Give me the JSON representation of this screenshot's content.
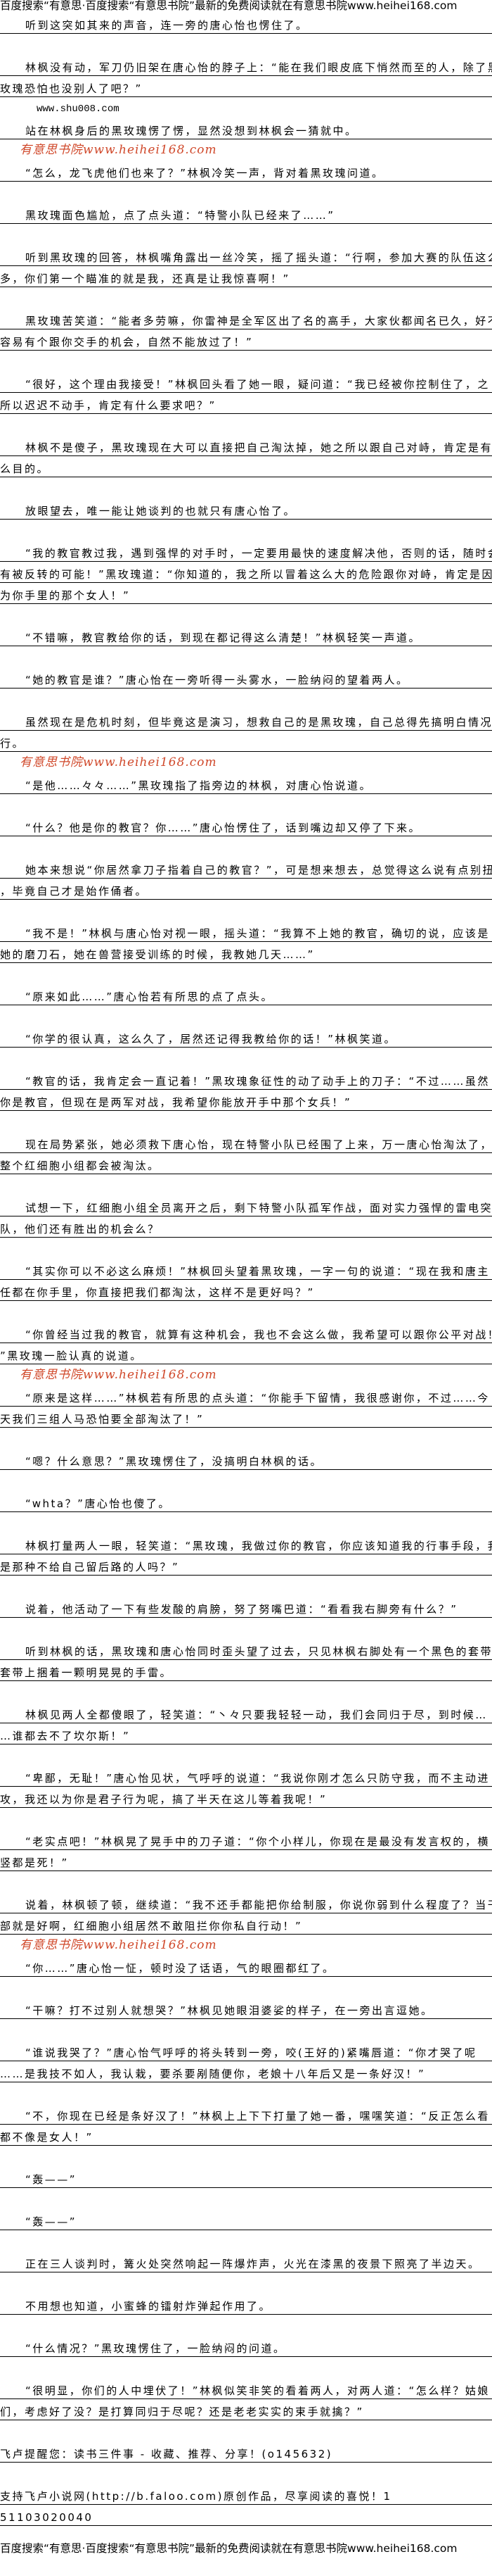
{
  "header_banner": "百度搜索“有意思·百度搜索“有意思书院”最新的免费阅读就在有意思书院www.heihei168.com",
  "footer_banner": "百度搜索“有意思·百度搜索“有意思书院”最新的免费阅读就在有意思书院www.heihei168.com",
  "watermark_text": "有意思书院www.heihei168.com",
  "colors": {
    "watermark": "#d0482a",
    "text": "#000000",
    "background": "#ffffff"
  },
  "blocks": [
    {
      "type": "para",
      "lines": [
        "听到这突如其来的声音，连一旁的唐心怡也愣住了。"
      ]
    },
    {
      "type": "para",
      "lines": [
        "林枫没有动，军刀仍旧架在唐心怡的脖子上：“能在我们眼皮底下悄然而至的人，除了黑",
        "玫瑰恐怕也没别人了吧？”"
      ],
      "noGapAfter": true
    },
    {
      "type": "plain",
      "text": "www.shu008.com"
    },
    {
      "type": "para",
      "lines": [
        "站在林枫身后的黑玫瑰愣了愣，显然没想到林枫会一猜就中。"
      ]
    },
    {
      "type": "para",
      "lines": [
        "“怎么，龙飞虎他们也来了？”林枫冷笑一声，背对着黑玫瑰问道。"
      ]
    },
    {
      "type": "para",
      "lines": [
        "黑玫瑰面色尴尬，点了点头道：“特警小队已经来了……”"
      ]
    },
    {
      "type": "para",
      "lines": [
        "听到黑玫瑰的回答，林枫嘴角露出一丝冷笑，摇了摇头道：“行啊，参加大赛的队伍这么",
        "多，你们第一个瞄准的就是我，还真是让我惊喜啊！”"
      ]
    },
    {
      "type": "para",
      "lines": [
        "黑玫瑰苦笑道：“能者多劳嘛，你雷神是全军区出了名的高手，大家伙都闻名已久，好不",
        "容易有个跟你交手的机会，自然不能放过了！”"
      ]
    },
    {
      "type": "para",
      "lines": [
        "“很好，这个理由我接受！”林枫回头看了她一眼，疑问道：“我已经被你控制住了，之",
        "所以迟迟不动手，肯定有什么要求吧？”"
      ]
    },
    {
      "type": "para",
      "lines": [
        "林枫不是傻子，黑玫瑰现在大可以直接把自己淘汰掉，她之所以跟自己对峙，肯定是有什",
        "么目的。"
      ]
    },
    {
      "type": "para",
      "lines": [
        "放眼望去，唯一能让她谈判的也就只有唐心怡了。"
      ]
    },
    {
      "type": "para",
      "lines": [
        "“我的教官教过我，遇到强悍的对手时，一定要用最快的速度解决他，否则的话，随时会",
        "有被反转的可能！”黑玫瑰道：“你知道的，我之所以冒着这么大的危险跟你对峙，肯定是因",
        "为你手里的那个女人！”"
      ]
    },
    {
      "type": "para",
      "lines": [
        "“不错嘛，教官教给你的话，到现在都记得这么清楚！”林枫轻笑一声道。"
      ]
    },
    {
      "type": "para",
      "lines": [
        "“她的教官是谁？”唐心怡在一旁听得一头雾水，一脸纳闷的望着两人。"
      ]
    },
    {
      "type": "para",
      "lines": [
        "虽然现在是危机时刻，但毕竟这是演习，想救自己的是黑玫瑰，自己总得先搞明白情况才",
        "行。"
      ]
    },
    {
      "type": "para",
      "lines": [
        "“是他……々々……”黑玫瑰指了指旁边的林枫，对唐心怡说道。"
      ]
    },
    {
      "type": "para",
      "lines": [
        "“什么？他是你的教官？你……”唐心怡愣住了，话到嘴边却又停了下来。"
      ]
    },
    {
      "type": "para",
      "lines": [
        "她本来想说“你居然拿刀子指着自己的教官？”，可是想来想去，总觉得这么说有点别扭",
        "，毕竟自己才是始作俑者。"
      ]
    },
    {
      "type": "para",
      "lines": [
        "“我不是！”林枫与唐心怡对视一眼，摇头道：“我算不上她的教官，确切的说，应该是",
        "她的磨刀石，她在兽营接受训练的时候，我教她几天……”"
      ]
    },
    {
      "type": "para",
      "lines": [
        "“原来如此……”唐心怡若有所思的点了点头。"
      ]
    },
    {
      "type": "para",
      "lines": [
        "“你学的很认真，这么久了，居然还记得我教给你的话！”林枫笑道。"
      ]
    },
    {
      "type": "para",
      "lines": [
        "“教官的话，我肯定会一直记着！”黑玫瑰象征性的动了动手上的刀子：“不过……虽然",
        "你是教官，但现在是两军对战，我希望你能放开手中那个女兵！”"
      ]
    },
    {
      "type": "para",
      "lines": [
        "现在局势紧张，她必须救下唐心怡，现在特警小队已经围了上来，万一唐心怡淘汰了，那",
        "整个红细胞小组都会被淘汰。"
      ]
    },
    {
      "type": "para",
      "lines": [
        "试想一下，红细胞小组全员离开之后，剩下特警小队孤军作战，面对实力强悍的雷电突击",
        "队，他们还有胜出的机会么？"
      ]
    },
    {
      "type": "para",
      "lines": [
        "“其实你可以不必这么麻烦！”林枫回头望着黑玫瑰，一字一句的说道：“现在我和唐主",
        "任都在你手里，你直接把我们都淘汰，这样不是更好吗？”"
      ]
    },
    {
      "type": "para",
      "lines": [
        "“你曾经当过我的教官，就算有这种机会，我也不会这么做，我希望可以跟你公平对战！",
        "”黑玫瑰一脸认真的说道。"
      ]
    },
    {
      "type": "para",
      "lines": [
        "“原来是这样……”林枫若有所思的点头道：“你能手下留情，我很感谢你，不过……今",
        "天我们三组人马恐怕要全部淘汰了！”"
      ]
    },
    {
      "type": "para",
      "lines": [
        "“嗯？什么意思？”黑玫瑰愣住了，没搞明白林枫的话。"
      ]
    },
    {
      "type": "para",
      "lines": [
        "“whta？”唐心怡也傻了。"
      ]
    },
    {
      "type": "para",
      "lines": [
        "林枫打量两人一眼，轻笑道：“黑玫瑰，我做过你的教官，你应该知道我的行事手段，我",
        "是那种不给自己留后路的人吗？”"
      ]
    },
    {
      "type": "para",
      "lines": [
        "说着，他活动了一下有些发酸的肩膀，努了努嘴巴道：“看看我右脚旁有什么？”"
      ]
    },
    {
      "type": "para",
      "lines": [
        "听到林枫的话，黑玫瑰和唐心怡同时歪头望了过去，只见林枫右脚处有一个黑色的套带，",
        "套带上捆着一颗明晃晃的手雷。"
      ]
    },
    {
      "type": "para",
      "lines": [
        "林枫见两人全都傻眼了，轻笑道：“丶々只要我轻轻一动，我们会同归于尽，到时候…",
        "…谁都去不了坎尔斯！”"
      ]
    },
    {
      "type": "para",
      "lines": [
        "“卑鄙，无耻！”唐心怡见状，气呼呼的说道：“我说你刚才怎么只防守我，而不主动进",
        "攻，我还以为你是君子行为呢，搞了半天在这儿等着我呢！”"
      ]
    },
    {
      "type": "para",
      "lines": [
        "“老实点吧！”林枫晃了晃手中的刀子道：“你个小样儿，你现在是最没有发言权的，横",
        "竖都是死！”"
      ]
    },
    {
      "type": "para",
      "lines": [
        "说着，林枫顿了顿，继续道：“我不还手都能把你给制服，你说你弱到什么程度了？当干",
        "部就是好啊，红细胞小组居然不敢阻拦你你私自行动！”"
      ]
    },
    {
      "type": "para",
      "lines": [
        "“你……”唐心怡一怔，顿时没了话语，气的眼圈都红了。"
      ]
    },
    {
      "type": "para",
      "lines": [
        "“干嘛？打不过别人就想哭？”林枫见她眼泪婆娑的样子，在一旁出言逗她。"
      ]
    },
    {
      "type": "para",
      "lines": [
        "“谁说我哭了？”唐心怡气呼呼的将头转到一旁，咬(王好的)紧嘴唇道：“你才哭了呢",
        "……是我技不如人，我认栽，要杀要剐随便你，老娘十八年后又是一条好汉！”"
      ]
    },
    {
      "type": "para",
      "lines": [
        "“不，你现在已经是条好汉了！”林枫上上下下打量了她一番，嘿嘿笑道：“反正怎么看",
        "都不像是女人！”"
      ]
    },
    {
      "type": "para",
      "lines": [
        "“轰——”"
      ]
    },
    {
      "type": "para",
      "lines": [
        "“轰——”"
      ]
    },
    {
      "type": "para",
      "lines": [
        "正在三人谈判时，篝火处突然响起一阵爆炸声，火光在漆黑的夜景下照亮了半边天。"
      ]
    },
    {
      "type": "para",
      "lines": [
        "不用想也知道，小蜜蜂的镭射炸弹起作用了。"
      ]
    },
    {
      "type": "para",
      "lines": [
        "“什么情况？”黑玫瑰愣住了，一脸纳闷的问道。"
      ]
    },
    {
      "type": "para",
      "lines": [
        "“很明显，你们的人中埋伏了！”林枫似笑非笑的看着两人，对两人道：“怎么样？姑娘",
        "们，考虑好了没？是打算同归于尽呢？还是老老实实的束手就擒？”"
      ]
    },
    {
      "type": "note",
      "lines": [
        "飞卢提醒您：读书三件事 - 收藏、推荐、分享！(o145632)"
      ]
    },
    {
      "type": "note",
      "lines": [
        "支持飞卢小说网(http://b.faloo.com)原创作品，尽享阅读的喜悦！1",
        "51103020040"
      ],
      "noGapAfter": true
    }
  ]
}
